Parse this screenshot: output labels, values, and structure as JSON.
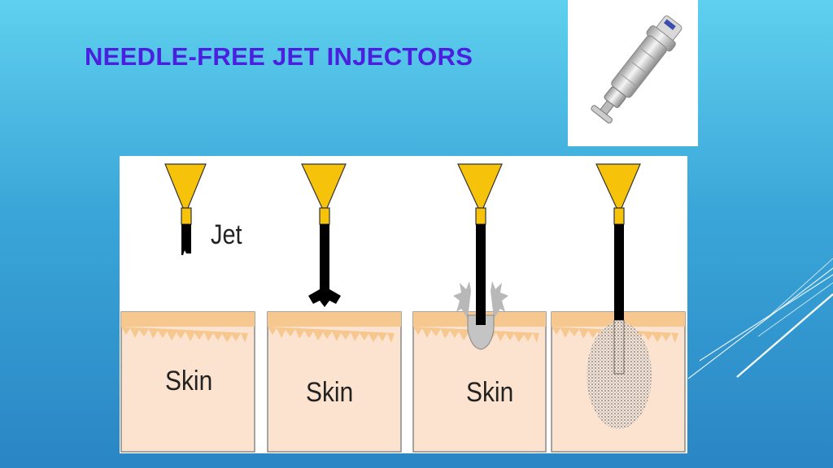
{
  "slide": {
    "title": "NEEDLE-FREE JET INJECTORS"
  },
  "photo": {
    "icon": "needle-free-injector-device"
  },
  "diagram": {
    "jet_label": "Jet",
    "panels": [
      {
        "skin_label": "Skin"
      },
      {
        "skin_label": "Skin"
      },
      {
        "skin_label": "Skin"
      },
      {
        "skin_label": ""
      }
    ]
  },
  "colors": {
    "title": "#4b1fe0",
    "nozzle": "#f6c20a",
    "skin": "#fbe3cf",
    "skin_top": "#f6c78e"
  }
}
